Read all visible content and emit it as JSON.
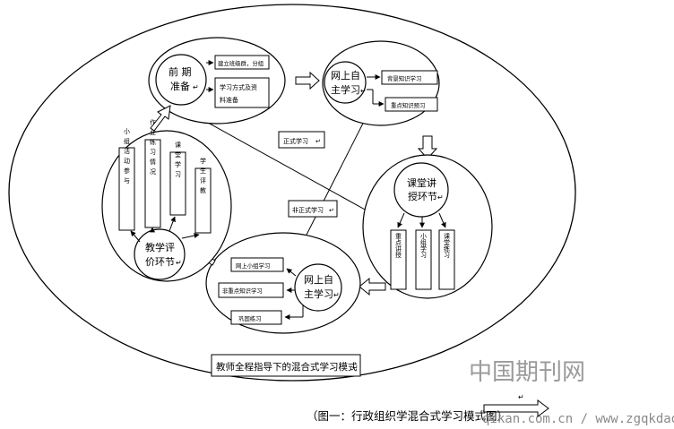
{
  "phases": {
    "prep": {
      "title_l1": "前  期",
      "title_l2": "准备",
      "mark": "↵",
      "items": [
        "建立班级群，分组",
        "学习方式及资",
        "料准备"
      ]
    },
    "online_pre": {
      "title_l1": "网上自",
      "title_l2": "主学习",
      "mark": "↵",
      "items": [
        "背景知识学习",
        "重点知识预习"
      ]
    },
    "classroom": {
      "title_l1": "课堂讲",
      "title_l2": "授环节",
      "mark": "↵",
      "items": [
        "重点讲授",
        "小组学习",
        "课堂练习"
      ]
    },
    "online_post": {
      "title_l1": "网上自",
      "title_l2": "主学习",
      "mark": "↵",
      "items": [
        "网上小组学习",
        "非重点知识学习",
        "巩固练习"
      ]
    },
    "eval": {
      "title_l1": "教学评",
      "title_l2": "价环节",
      "mark": "↵",
      "items": [
        "小组活动参与",
        "作业练习情况",
        "课堂学习",
        "学生评教"
      ]
    }
  },
  "labels": {
    "formal": "正式学习",
    "informal": "非正式学习"
  },
  "caption_box": "教师全程指导下的混合式学习模式",
  "figure_caption": "（图一：行政组织学混合式学习模式图）",
  "watermark": {
    "cn": "中国期刊网",
    "url": "qikan.com.cn / www.zgqkdaquan.com"
  },
  "edit_mark": "↵",
  "colors": {
    "line": "#000000",
    "bg": "#ffffff",
    "watermark": "#9a9a9a"
  }
}
